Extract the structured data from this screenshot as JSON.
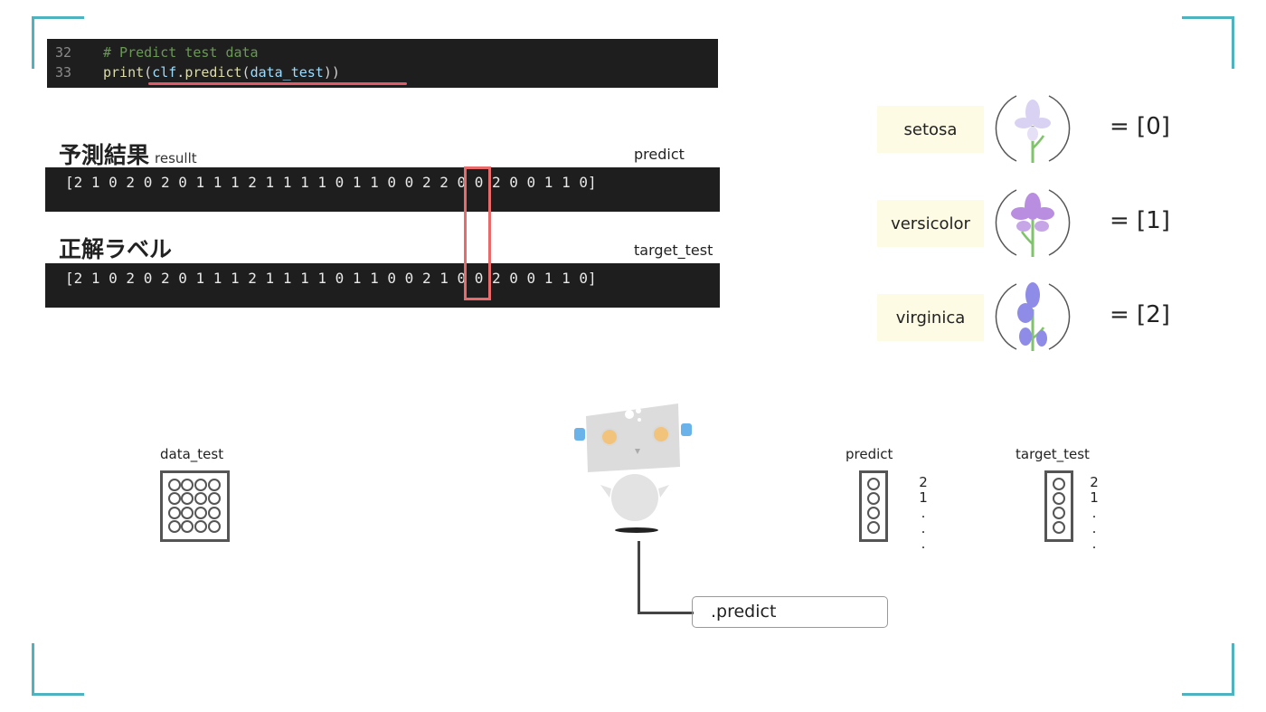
{
  "code": {
    "lines": [
      {
        "num": "32",
        "text": "# Predict test data"
      },
      {
        "num": "33",
        "text_fn": "print",
        "text_open": "(",
        "text_obj": "clf",
        "text_dot": ".",
        "text_method": "predict",
        "text_open2": "(",
        "text_arg": "data_test",
        "text_close": "))"
      }
    ]
  },
  "result": {
    "title": "予測結果",
    "subtitle": "resullt",
    "side_label": "predict",
    "array": "[2 1 0 2 0 2 0 1 1 1 2 1 1 1 1 0 1 1 0 0 2 2 0 0 2 0 0 1 1 0]"
  },
  "label": {
    "title": "正解ラベル",
    "side_label": "target_test",
    "array": "[2 1 0 2 0 2 0 1 1 1 2 1 1 1 1 0 1 1 0 0 2 1 0 0 2 0 0 1 1 0]"
  },
  "species": [
    {
      "name": "setosa",
      "code": "= [0]",
      "color": "#d9d2f2"
    },
    {
      "name": "versicolor",
      "code": "= [1]",
      "color": "#b98ee0"
    },
    {
      "name": "virginica",
      "code": "= [2]",
      "color": "#8f8ce8"
    }
  ],
  "flow": {
    "data_label": "data_test",
    "predict_label": "predict",
    "target_label": "target_test",
    "predict_values": [
      "2",
      "1",
      ".",
      ".",
      "."
    ],
    "target_values": [
      "2",
      "1",
      ".",
      ".",
      "."
    ],
    "method": ".predict"
  },
  "colors": {
    "accent": "#4fb3bf",
    "highlight": "#e86a6a",
    "code_bg": "#1e1e1e"
  }
}
